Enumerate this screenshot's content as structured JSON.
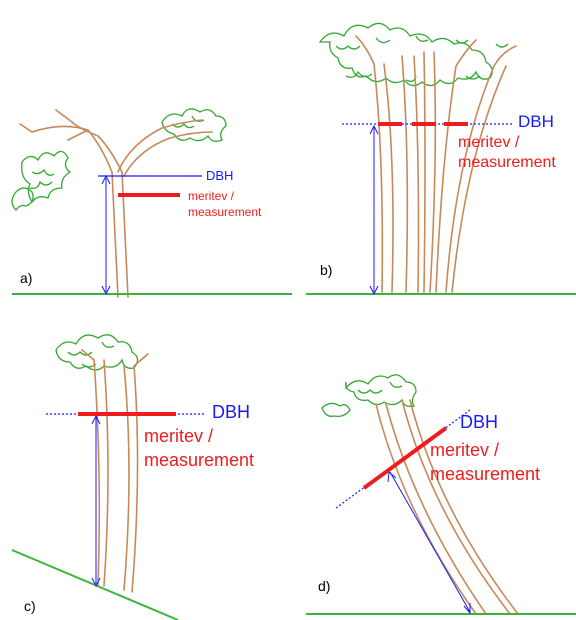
{
  "colors": {
    "ground": "#3cb43c",
    "trunk": "#c8895a",
    "foliage": "#34a834",
    "dbh_line": "#1a1aff",
    "measurement": "#ee1c1c"
  },
  "panels": {
    "a": {
      "tag": "a)",
      "dbh": "DBH",
      "meas1": "meritev /",
      "meas2": "measurement"
    },
    "b": {
      "tag": "b)",
      "dbh": "DBH",
      "meas1": "meritev /",
      "meas2": "measurement"
    },
    "c": {
      "tag": "c)",
      "dbh": "DBH",
      "meas1": "meritev /",
      "meas2": "measurement"
    },
    "d": {
      "tag": "d)",
      "dbh": "DBH",
      "meas1": "meritev /",
      "meas2": "measurement"
    }
  }
}
